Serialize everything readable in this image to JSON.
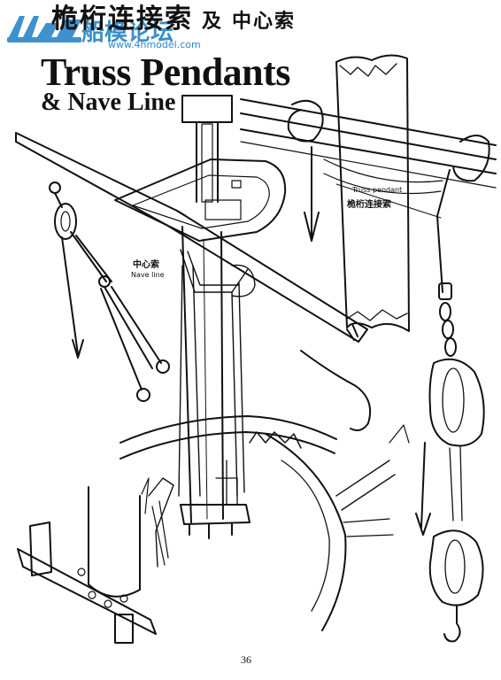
{
  "header": {
    "title_cn": "桅桁连接索",
    "title_cn_connector": "及",
    "title_cn_second": "中心索",
    "title_en_main": "Truss Pendants",
    "title_en_sub": "& Nave Line"
  },
  "watermark": {
    "logo_icon": "ship-forum-logo-icon",
    "site_name": "船模论坛",
    "url": "www.4hmodel.com",
    "color": "#2b86c8"
  },
  "labels": {
    "nave_line_cn": "中心索",
    "nave_line_en": "Nave line",
    "truss_pendant_en": "Truss pendant",
    "truss_pendant_cn": "桅桁连接索"
  },
  "footer": {
    "page_number": "36"
  }
}
